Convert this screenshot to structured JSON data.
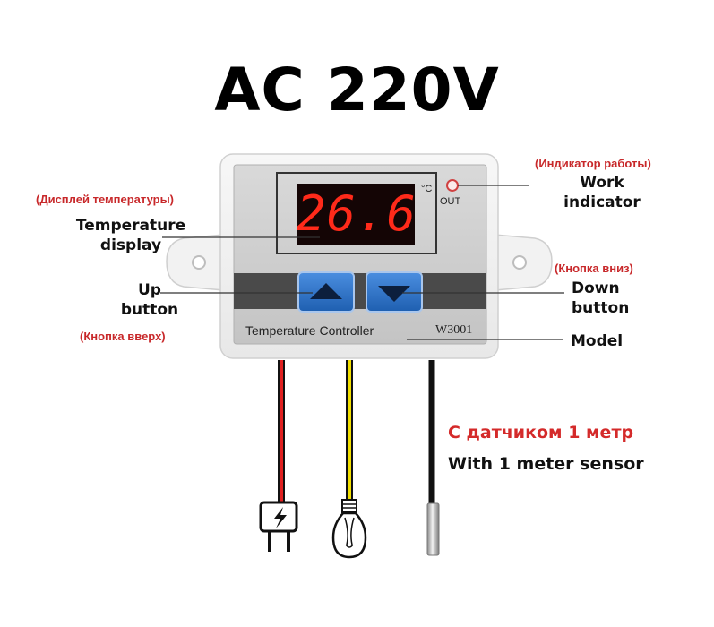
{
  "title": "AC 220V",
  "labels": {
    "temp_display_ru": "(Дисплей температуры)",
    "temp_display_en_1": "Temperature",
    "temp_display_en_2": "display",
    "work_indicator_ru": "(Индикатор работы)",
    "work_indicator_en_1": "Work",
    "work_indicator_en_2": "indicator",
    "up_en_1": "Up",
    "up_en_2": "button",
    "up_ru": "(Кнопка вверх)",
    "down_ru": "(Кнопка вниз)",
    "down_en_1": "Down",
    "down_en_2": "button",
    "model_en": "Model"
  },
  "device": {
    "reading": "26.6",
    "unit": "°C",
    "out_label": "OUT",
    "name": "Temperature Controller",
    "model": "W3001"
  },
  "sensor": {
    "ru": "С датчиком 1 метр",
    "en": "With 1 meter sensor"
  },
  "icons": [
    "power-plug-icon",
    "light-bulb-icon"
  ],
  "colors": {
    "accent_red": "#c8282a",
    "display_digits": "#ff2a1a",
    "button_blue": "#2d73c8",
    "wire_red": "#e02020",
    "wire_yellow": "#f2e000"
  }
}
